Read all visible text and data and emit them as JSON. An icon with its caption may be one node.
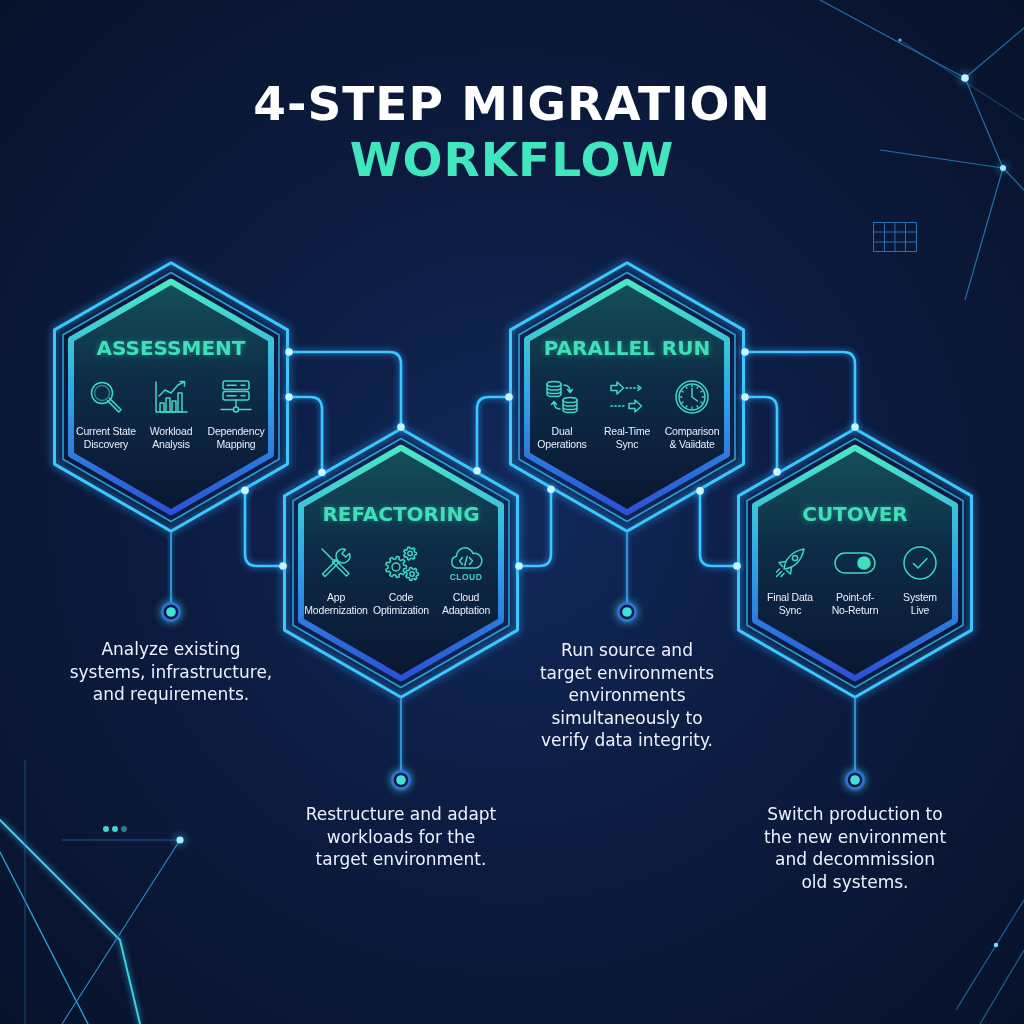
{
  "diagram": {
    "title": "4-STEP MIGRATION WORKFLOW",
    "nodes": [
      {
        "text": [
          "ASSESSMENT",
          "Current State Discovery",
          "Workload Analysis",
          "Dependency Mapping"
        ]
      },
      {
        "text": [
          "REFACTORING",
          "CLOUD",
          "App Modernization",
          "Code Optimization",
          "Cloud Adaptation"
        ]
      },
      {
        "text": [
          "PARALLEL RUN",
          "Dual Operations",
          "Real-Time Sync",
          "Comparison & Vaiidate"
        ]
      },
      {
        "text": [
          "CUTOVER",
          "Final Data Sync",
          "Point-of-No-Return",
          "System Live"
        ]
      },
      {
        "text": [],
        "shape": "circle",
        "beside": [
          "Analyze existing systems, infrastructure, and requirements."
        ]
      },
      {
        "text": [],
        "shape": "circle",
        "beside": [
          "Restructure and adapt workloads for the target environment."
        ]
      },
      {
        "text": [],
        "shape": "circle",
        "beside": [
          "Run source and target environments environments simultaneously to verify data integrity."
        ]
      },
      {
        "text": [],
        "shape": "circle",
        "beside": [
          "Switch production to the new environment and decommission old systems."
        ]
      }
    ],
    "edges": [
      {
        "from": 0,
        "to": 1,
        "arrow": "other"
      },
      {
        "from": 0,
        "to": 1,
        "arrow": "other"
      },
      {
        "from": 0,
        "to": 1,
        "arrow": "other"
      },
      {
        "from": 1,
        "to": 2,
        "arrow": "other"
      },
      {
        "from": 1,
        "to": 2,
        "arrow": "other"
      },
      {
        "from": 2,
        "to": 3,
        "arrow": "other"
      },
      {
        "from": 2,
        "to": 3,
        "arrow": "other"
      },
      {
        "from": 2,
        "to": 3,
        "arrow": "other"
      },
      {
        "from": 0,
        "to": 4,
        "arrow": "none"
      },
      {
        "from": 1,
        "to": 5,
        "arrow": "none"
      },
      {
        "from": 2,
        "to": 6,
        "arrow": "none"
      },
      {
        "from": 3,
        "to": 7,
        "arrow": "none"
      }
    ]
  }
}
